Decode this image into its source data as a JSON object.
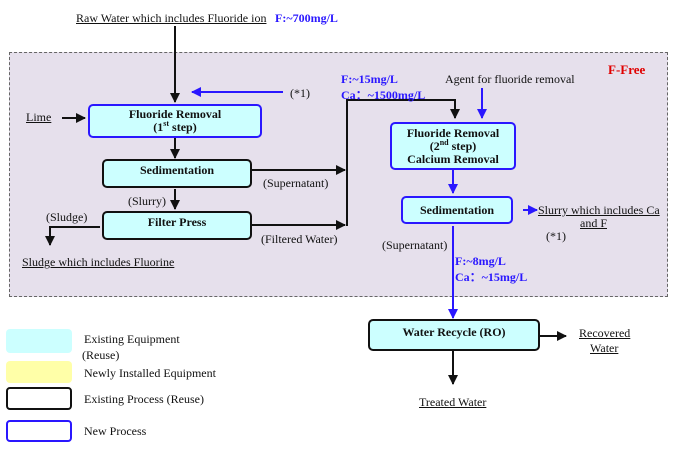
{
  "colors": {
    "existing_equipment": "#ccffff",
    "new_equipment": "#ffffa8",
    "existing_process": "#111111",
    "new_process": "#2a17ff",
    "zone_bg": "#e6e0ec",
    "accent_red": "#e00000"
  },
  "inputs": {
    "raw_water": "Raw Water which includes Fluoride ion",
    "raw_water_conc": "F:~700mg/L",
    "lime": "Lime",
    "agent": "Agent for fluoride removal",
    "recycle_ref": "(*1)"
  },
  "zone": {
    "label": "F-Free"
  },
  "boxes": {
    "fluoride1_title": "Fluoride Removal",
    "fluoride1_step_pre": "(1",
    "fluoride1_step_sup": "st",
    "fluoride1_step_post": " step)",
    "sedimentation1": "Sedimentation",
    "filter_press": "Filter Press",
    "fluoride2_title": "Fluoride Removal",
    "fluoride2_step_pre": "(2",
    "fluoride2_step_sup": "nd",
    "fluoride2_step_post": " step)",
    "fluoride2_sub": "Calcium Removal",
    "sedimentation2": "Sedimentation",
    "ro": "Water Recycle (RO)"
  },
  "flows": {
    "supernatant1": "(Supernatant)",
    "slurry": "(Slurry)",
    "sludge": "(Sludge)",
    "filtered_water": "(Filtered Water)",
    "mid_conc_f": "F:~15mg/L",
    "mid_conc_ca": "Ca：~1500mg/L",
    "supernatant2": "(Supernatant)",
    "final_conc_f": "F:~8mg/L",
    "final_conc_ca": "Ca：~15mg/L",
    "slurry_out_line1": "Slurry which includes Ca",
    "slurry_out_line2": "and F",
    "slurry_ref": "(*1)"
  },
  "outputs": {
    "sludge_out": "Sludge which includes Fluorine",
    "recovered_line1": "Recovered",
    "recovered_line2": "Water",
    "treated": "Treated Water"
  },
  "legend": [
    {
      "label": "Existing Equipment",
      "label2": "(Reuse)"
    },
    {
      "label": "Newly Installed Equipment"
    },
    {
      "label": "Existing Process (Reuse)"
    },
    {
      "label": "New Process"
    }
  ]
}
